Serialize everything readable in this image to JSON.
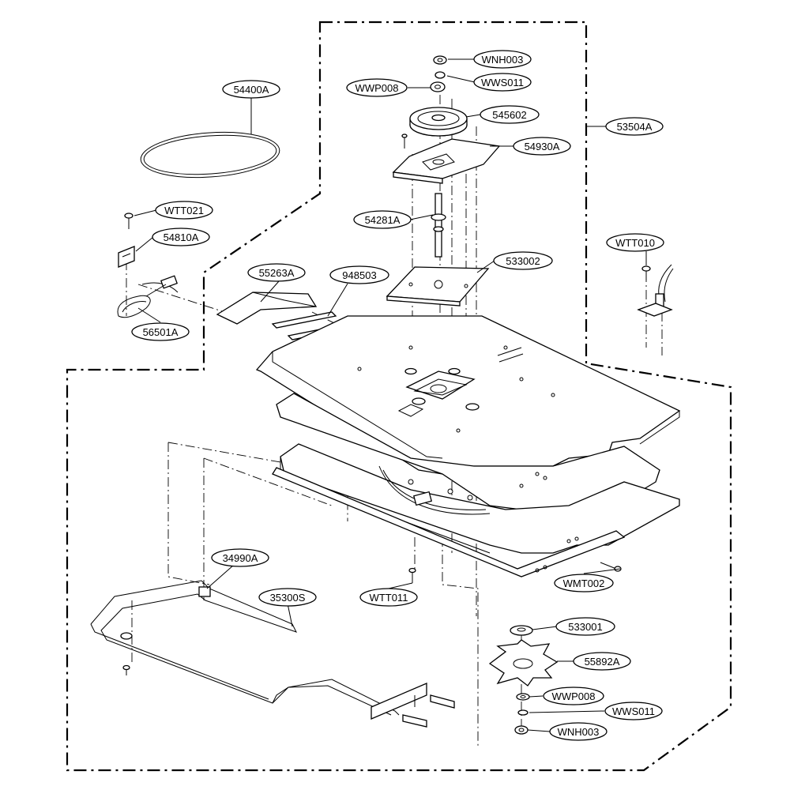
{
  "callouts": {
    "c54400A": "54400A",
    "cWNH003_top": "WNH003",
    "cWWS011_top": "WWS011",
    "cWWP008_top": "WWP008",
    "c545602": "545602",
    "c53504A": "53504A",
    "c54930A": "54930A",
    "cWTT021": "WTT021",
    "c54281A": "54281A",
    "c54810A": "54810A",
    "cWTT010": "WTT010",
    "c533002": "533002",
    "c55263A": "55263A",
    "c948503": "948503",
    "c56501A": "56501A",
    "c34990A": "34990A",
    "c35300S": "35300S",
    "cWTT011": "WTT011",
    "cWMT002": "WMT002",
    "c533001": "533001",
    "c55892A": "55892A",
    "cWWP008_bot": "WWP008",
    "cWWS011_bot": "WWS011",
    "cWNH003_bot": "WNH003"
  }
}
